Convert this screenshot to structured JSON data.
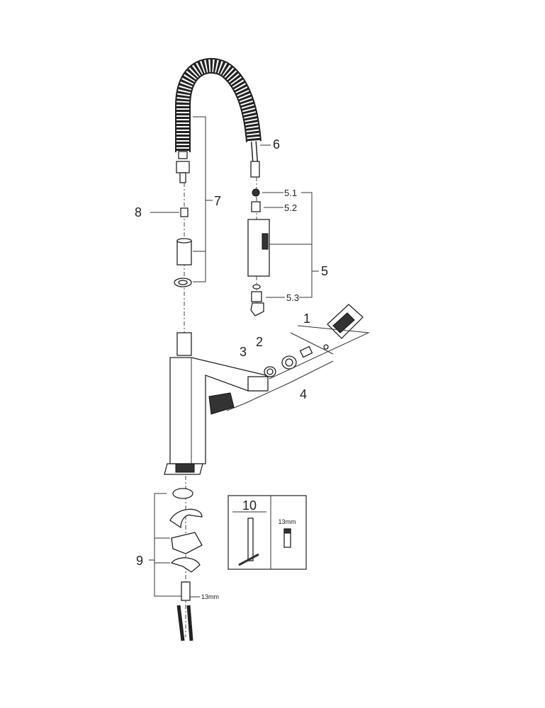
{
  "diagram": {
    "callouts": {
      "c1": "1",
      "c2": "2",
      "c3": "3",
      "c4": "4",
      "c5": "5",
      "c5_1": "5.1",
      "c5_2": "5.2",
      "c5_3": "5.3",
      "c6": "6",
      "c7": "7",
      "c8": "8",
      "c9": "9"
    },
    "wrench_size": "13mm",
    "tool_box": {
      "number": "10",
      "socket_size": "13mm"
    }
  }
}
